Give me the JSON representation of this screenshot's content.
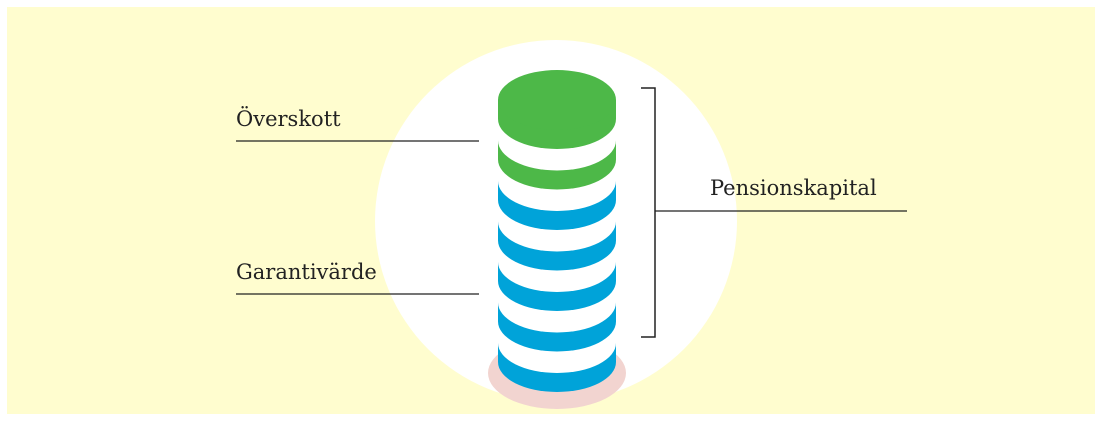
{
  "diagram": {
    "labels": {
      "surplus": "Överskott",
      "guarantee": "Garantivärde",
      "pension_capital": "Pensionskapital"
    },
    "colors": {
      "background": "#FFFDCF",
      "circle": "#FFFFFF",
      "surplus_coin": "#4DB848",
      "guarantee_coin": "#00A3D9",
      "base_shadow": "#F2D4D0",
      "line": "#222222"
    },
    "stack": {
      "total_coins": 7,
      "surplus_coins": 2,
      "guarantee_coins": 5
    }
  }
}
